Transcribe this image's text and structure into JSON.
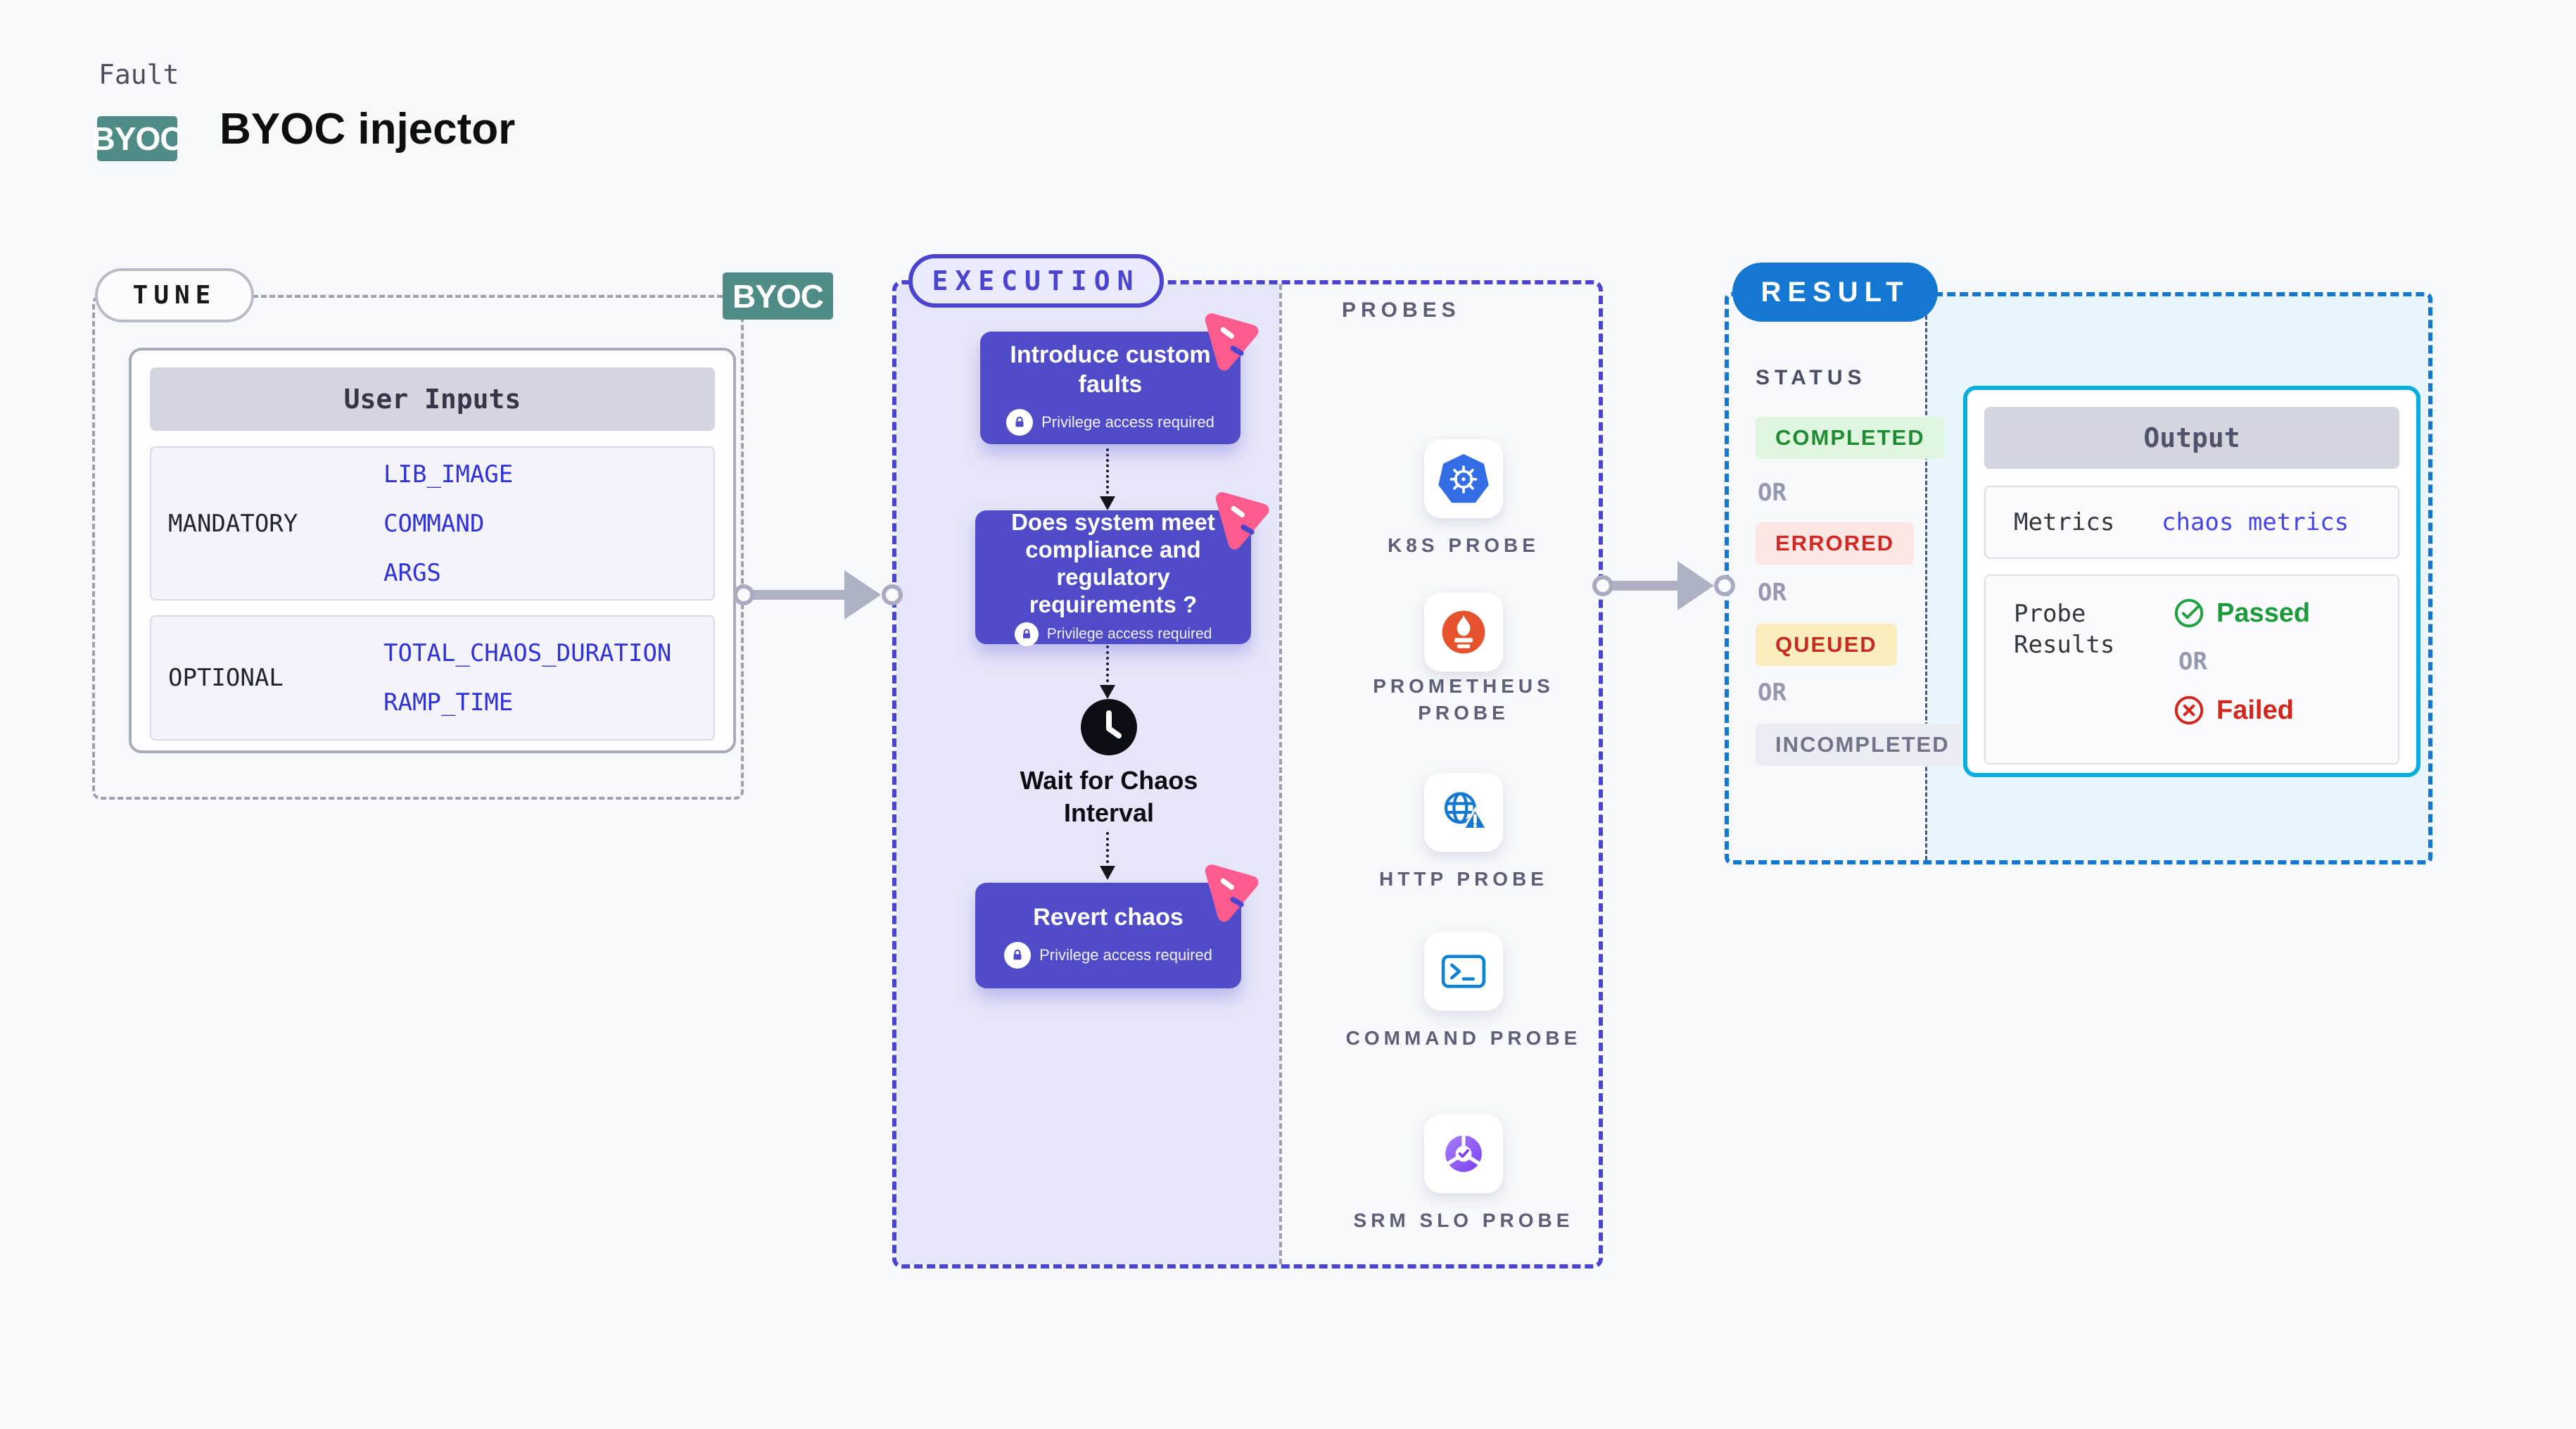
{
  "header": {
    "eyebrow": "Fault",
    "byoc_badge": "BYOC",
    "title": "BYOC injector"
  },
  "tune": {
    "pill": "TUNE",
    "byoc_badge": "BYOC",
    "user_inputs": {
      "title": "User Inputs",
      "rows": [
        {
          "label": "MANDATORY",
          "params": [
            "LIB_IMAGE",
            "COMMAND",
            "ARGS"
          ]
        },
        {
          "label": "OPTIONAL",
          "params": [
            "TOTAL_CHAOS_DURATION",
            "RAMP_TIME"
          ]
        }
      ]
    }
  },
  "execution": {
    "pill": "EXECUTION",
    "cards": [
      {
        "title": "Introduce custom faults",
        "note": "Privilege access required"
      },
      {
        "title": "Does system meet compliance and regulatory requirements ?",
        "note": "Privilege access required"
      },
      {
        "title": "Revert chaos",
        "note": "Privilege access required"
      }
    ],
    "wait_step": "Wait for Chaos Interval"
  },
  "probes": {
    "title": "PROBES",
    "items": [
      {
        "label": "K8S PROBE",
        "icon": "kubernetes-icon"
      },
      {
        "label": "PROMETHEUS PROBE",
        "icon": "prometheus-icon"
      },
      {
        "label": "HTTP PROBE",
        "icon": "http-globe-icon"
      },
      {
        "label": "COMMAND PROBE",
        "icon": "terminal-icon"
      },
      {
        "label": "SRM SLO PROBE",
        "icon": "srm-slo-donut-icon"
      }
    ]
  },
  "result": {
    "pill": "RESULT",
    "status_title": "STATUS",
    "or_label": "OR",
    "statuses": [
      {
        "label": "COMPLETED",
        "fg": "#1f8b34",
        "bg": "#def5de"
      },
      {
        "label": "ERRORED",
        "fg": "#d32821",
        "bg": "#fce7e5"
      },
      {
        "label": "QUEUED",
        "fg": "#c62a21",
        "bg": "#fbedbb"
      },
      {
        "label": "INCOMPLETED",
        "fg": "#6f7488",
        "bg": "#ebecf2"
      }
    ],
    "output": {
      "title": "Output",
      "metrics_label": "Metrics",
      "metrics_value": "chaos metrics",
      "probe_results_label": "Probe Results",
      "passed": "Passed",
      "failed": "Failed"
    }
  },
  "colors": {
    "accent_indigo": "#4b44cf",
    "card_purple": "#504bc8",
    "teal_badge": "#4f8c86",
    "result_blue": "#1478d2",
    "output_border_cyan": "#0aaede",
    "param_blue": "#3032d9",
    "litmus_pink": "#fb5b8d"
  }
}
